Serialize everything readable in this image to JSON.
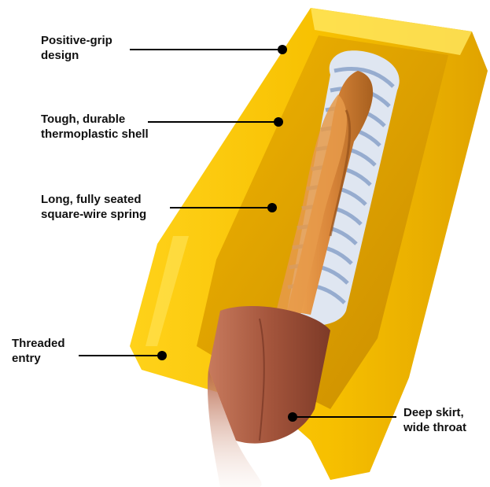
{
  "labels": {
    "grip": {
      "line1": "Positive-grip",
      "line2": "design"
    },
    "shell": {
      "line1": "Tough, durable",
      "line2": "thermoplastic shell"
    },
    "spring": {
      "line1": "Long, fully seated",
      "line2": "square-wire spring"
    },
    "thread": {
      "line1": "Threaded",
      "line2": "entry"
    },
    "skirt": {
      "line1": "Deep skirt,",
      "line2": "wide throat"
    }
  },
  "colors": {
    "shell": "#f5c400",
    "shell_dark": "#d99a00",
    "shell_light": "#ffe55a",
    "spring": "#b9c8e0",
    "conductor": "#d9893a",
    "insulation": "#a4553c"
  }
}
